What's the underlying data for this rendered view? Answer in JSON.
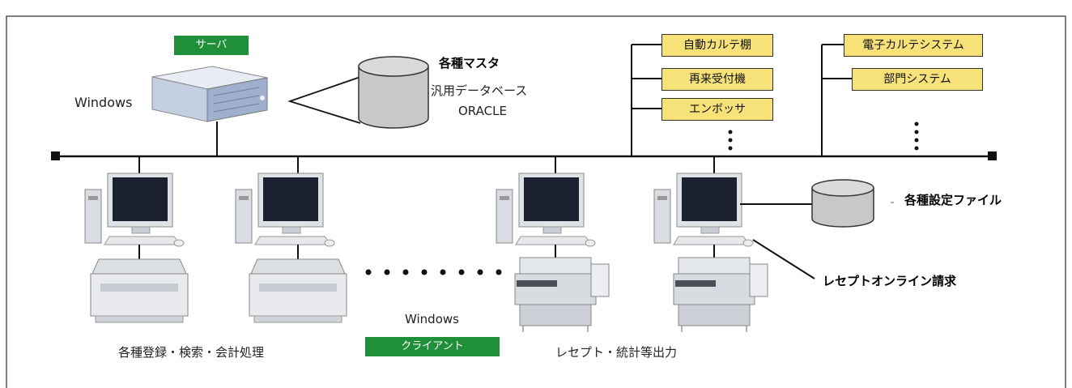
{
  "server": {
    "tag": "サーバ",
    "os": "Windows",
    "db_title": "各種マスタ",
    "db_line1": "汎用データベース",
    "db_line2": "ORACLE"
  },
  "connected_systems_left": [
    "自動カルテ棚",
    "再来受付機",
    "エンボッサ"
  ],
  "connected_systems_right": [
    "電子カルテシステム",
    "部門システム"
  ],
  "clients": {
    "left_caption": "各種登録・検索・会計処理",
    "os": "Windows",
    "tag": "クライアント",
    "right_caption": "レセプト・統計等出力",
    "settings_file": "各種設定ファイル",
    "online_claim": "レセプトオンライン請求"
  },
  "colors": {
    "green_tag": "#1f8f3a",
    "yellow_box": "#f7e27a"
  }
}
